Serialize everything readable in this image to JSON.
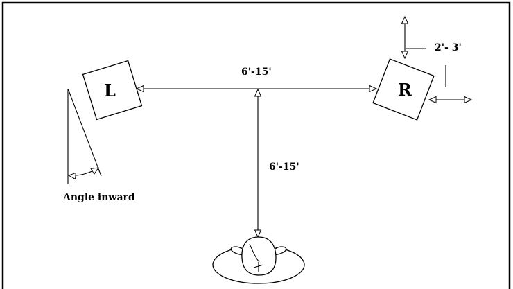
{
  "diagram": {
    "left_speaker_label": "L",
    "right_speaker_label": "R",
    "spacing_between_speakers": "6'-15'",
    "distance_to_listener": "6'-15'",
    "distance_from_wall": "2'- 3'",
    "angle_caption": "Angle inward",
    "colors": {
      "stroke": "#000000",
      "background": "#ffffff"
    }
  }
}
